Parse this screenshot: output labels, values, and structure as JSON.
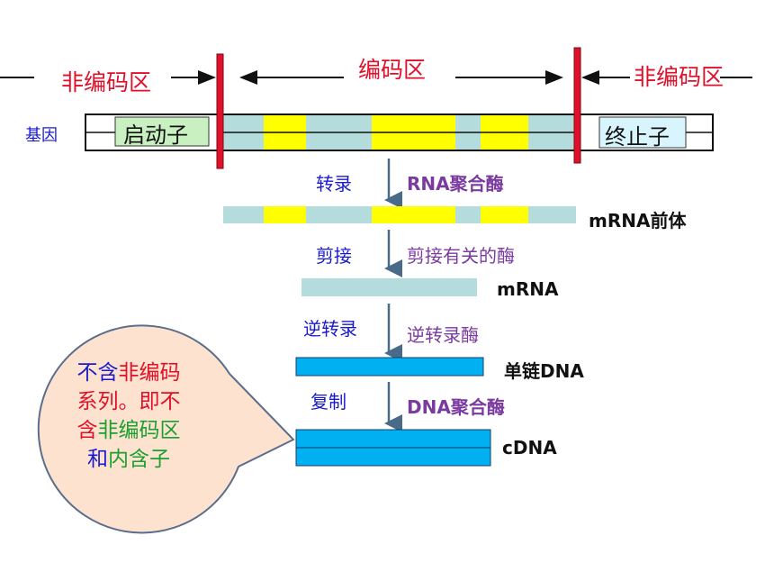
{
  "header": {
    "left_region": "非编码区",
    "middle_region": "编码区",
    "right_region": "非编码区"
  },
  "gene": {
    "label": "基因",
    "promoter": "启动子",
    "terminator": "终止子"
  },
  "steps": [
    {
      "action": "转录",
      "enzyme": "RNA聚合酶",
      "product": "mRNA前体"
    },
    {
      "action": "剪接",
      "enzyme": "剪接有关的酶",
      "product": "mRNA"
    },
    {
      "action": "逆转录",
      "enzyme": "逆转录酶",
      "product": "单链DNA"
    },
    {
      "action": "复制",
      "enzyme": "DNA聚合酶",
      "product": "cDNA"
    }
  ],
  "callout": {
    "line1_a": "不含",
    "line1_b": "非编码",
    "line2": "系列。即不",
    "line3_a": "含",
    "line3_b": "非编码区",
    "line4_a": "和",
    "line4_b": "内含子"
  },
  "colors": {
    "exon": "#ffff00",
    "intron": "#b4dcdc",
    "promoter": "#c8f0c0",
    "terminator": "#d8f4fc",
    "boundary": "#e0102a",
    "dna_strand": "#00b0f0",
    "callout_fill": "#fde3cf",
    "callout_stroke": "#5a6e8c"
  }
}
